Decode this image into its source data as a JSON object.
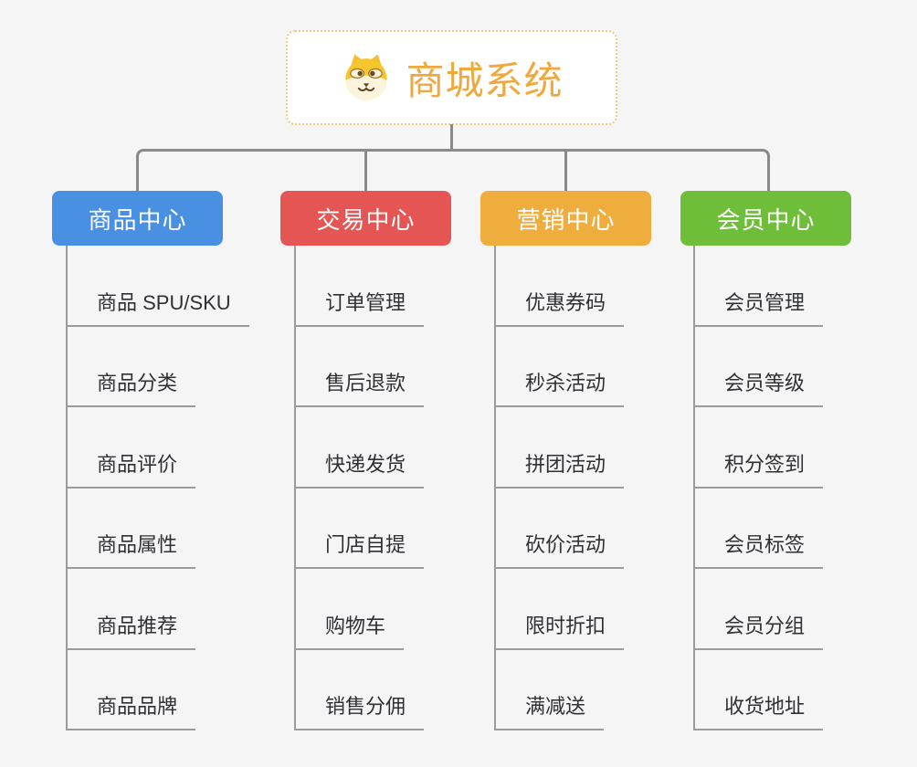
{
  "root": {
    "title": "商城系统",
    "icon": "dog-face-icon",
    "accent_color": "#f0a83c",
    "border_color": "#f3c87c"
  },
  "connector_color": "#8a8a8a",
  "line_color": "#9b9b9b",
  "background_color": "#f5f5f6",
  "branches": [
    {
      "label": "商品中心",
      "color": "#4a90e2",
      "items": [
        "商品 SPU/SKU",
        "商品分类",
        "商品评价",
        "商品属性",
        "商品推荐",
        "商品品牌"
      ]
    },
    {
      "label": "交易中心",
      "color": "#e55553",
      "items": [
        "订单管理",
        "售后退款",
        "快递发货",
        "门店自提",
        "购物车",
        "销售分佣"
      ]
    },
    {
      "label": "营销中心",
      "color": "#efad3e",
      "items": [
        "优惠券码",
        "秒杀活动",
        "拼团活动",
        "砍价活动",
        "限时折扣",
        "满减送"
      ]
    },
    {
      "label": "会员中心",
      "color": "#6fbe3a",
      "items": [
        "会员管理",
        "会员等级",
        "积分签到",
        "会员标签",
        "会员分组",
        "收货地址"
      ]
    }
  ]
}
